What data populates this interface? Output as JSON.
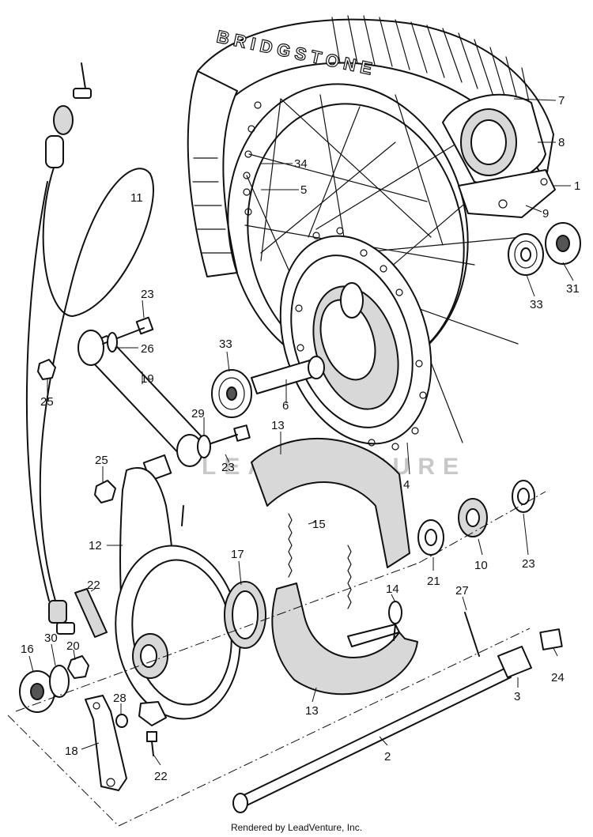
{
  "tire_brand": "BRIDGSTONE",
  "watermark": "LEADVENTURE",
  "footer": "Rendered by LeadVenture, Inc.",
  "callouts": [
    {
      "id": "c7",
      "text": "7"
    },
    {
      "id": "c8",
      "text": "8"
    },
    {
      "id": "c1",
      "text": "1"
    },
    {
      "id": "c9",
      "text": "9"
    },
    {
      "id": "c31",
      "text": "31"
    },
    {
      "id": "c33a",
      "text": "33"
    },
    {
      "id": "c34",
      "text": "34"
    },
    {
      "id": "c5",
      "text": "5"
    },
    {
      "id": "c11",
      "text": "11"
    },
    {
      "id": "c23a",
      "text": "23"
    },
    {
      "id": "c26",
      "text": "26"
    },
    {
      "id": "c25a",
      "text": "25"
    },
    {
      "id": "c19",
      "text": "19"
    },
    {
      "id": "c33b",
      "text": "33"
    },
    {
      "id": "c6",
      "text": "6"
    },
    {
      "id": "c29",
      "text": "29"
    },
    {
      "id": "c23b",
      "text": "23"
    },
    {
      "id": "c13a",
      "text": "13"
    },
    {
      "id": "c4",
      "text": "4"
    },
    {
      "id": "c25b",
      "text": "25"
    },
    {
      "id": "c15",
      "text": "15"
    },
    {
      "id": "c12",
      "text": "12"
    },
    {
      "id": "c17",
      "text": "17"
    },
    {
      "id": "c21",
      "text": "21"
    },
    {
      "id": "c10",
      "text": "10"
    },
    {
      "id": "c23c",
      "text": "23"
    },
    {
      "id": "c22a",
      "text": "22"
    },
    {
      "id": "c14",
      "text": "14"
    },
    {
      "id": "c27",
      "text": "27"
    },
    {
      "id": "c16",
      "text": "16"
    },
    {
      "id": "c30",
      "text": "30"
    },
    {
      "id": "c20",
      "text": "20"
    },
    {
      "id": "c24",
      "text": "24"
    },
    {
      "id": "c3",
      "text": "3"
    },
    {
      "id": "c28",
      "text": "28"
    },
    {
      "id": "c13b",
      "text": "13"
    },
    {
      "id": "c18",
      "text": "18"
    },
    {
      "id": "c2",
      "text": "2"
    },
    {
      "id": "c22b",
      "text": "22"
    }
  ]
}
